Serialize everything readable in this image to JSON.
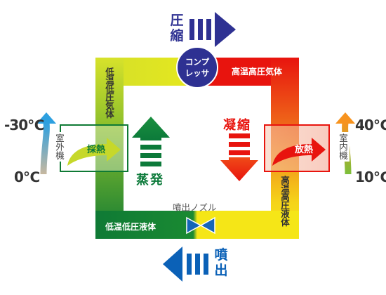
{
  "top": {
    "label_line1": "圧",
    "label_line2": "縮"
  },
  "bottom": {
    "label_line1": "噴",
    "label_line2": "出"
  },
  "compressor": {
    "line1": "コンプ",
    "line2": "レッサ"
  },
  "pipes": {
    "top_right": "高温高圧気体",
    "left": "低温低圧気体",
    "right": "高温高圧液体",
    "bottom_left": "低温低圧液体"
  },
  "valve_label": "噴出ノズル",
  "evaporation": {
    "line1": "蒸",
    "line2": "発"
  },
  "condensation": {
    "line1": "凝",
    "line2": "縮"
  },
  "outdoor": {
    "unit_label": "室外機",
    "temp_top": "-30℃",
    "temp_bottom": "0℃",
    "action": "採熱"
  },
  "indoor": {
    "unit_label": "室内機",
    "temp_top": "40℃",
    "temp_bottom": "10℃",
    "action": "放熱"
  },
  "colors": {
    "navy": "#2e3192",
    "blue": "#0b61b7",
    "green_dark": "#0c7a3a",
    "yellow": "#f5e617",
    "red": "#e8140e",
    "lime": "#cde02a"
  }
}
